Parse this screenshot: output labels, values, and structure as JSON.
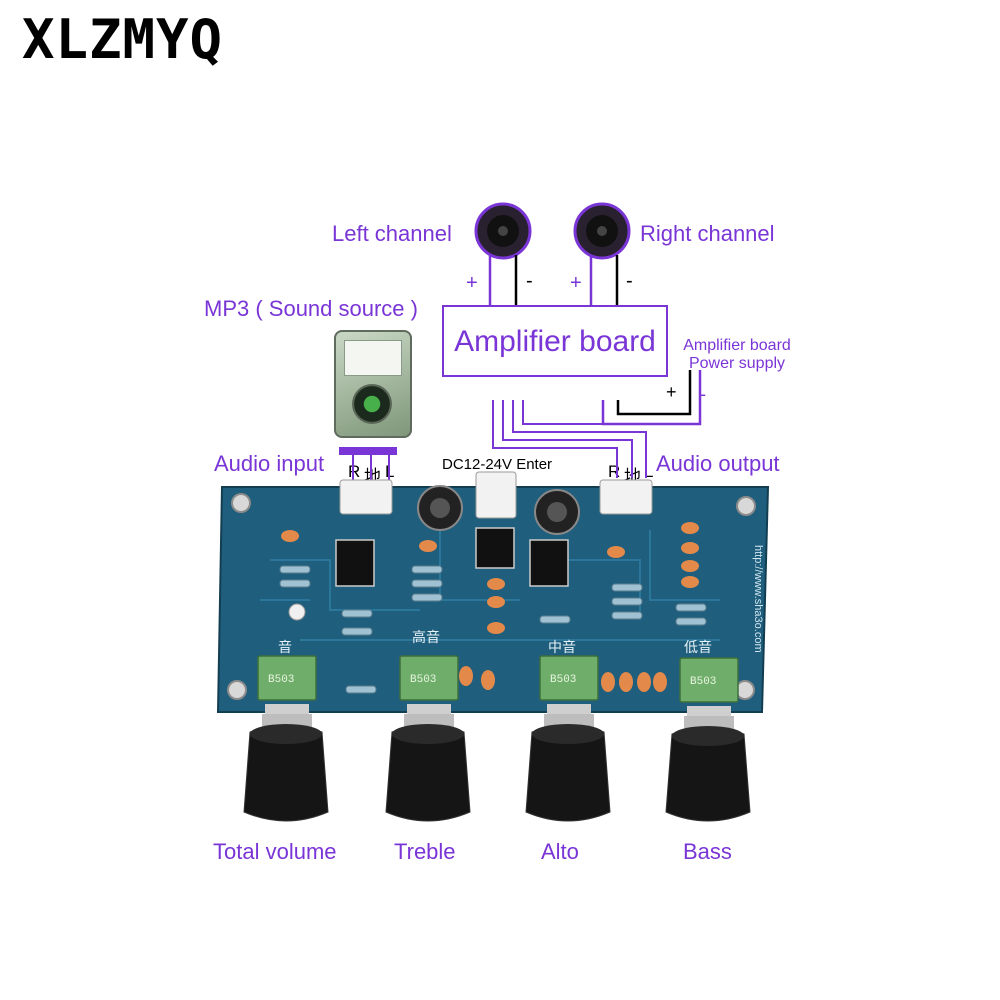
{
  "brand": "XLZMYQ",
  "labels": {
    "left_channel": "Left channel",
    "right_channel": "Right channel",
    "mp3_source": "MP3 ( Sound source )",
    "amplifier_board": "Amplifier board",
    "amp_power_line1": "Amplifier board",
    "amp_power_line2": "Power supply",
    "audio_input": "Audio input",
    "audio_output": "Audio output",
    "dc_enter": "DC12-24V Enter",
    "plus": "+",
    "minus": "-",
    "r": "R",
    "ground": "地",
    "l": "L"
  },
  "board": {
    "url_text": "http://www.sha3o.com",
    "knob_hanzi": [
      "音",
      "高音",
      "中音",
      "低音"
    ],
    "pot_code": "B503"
  },
  "knobs": [
    "Total volume",
    "Treble",
    "Alto",
    "Bass"
  ],
  "colors": {
    "accent": "#7a35d6",
    "pcb": "#1f5e7c",
    "pot": "#6fae6a"
  }
}
